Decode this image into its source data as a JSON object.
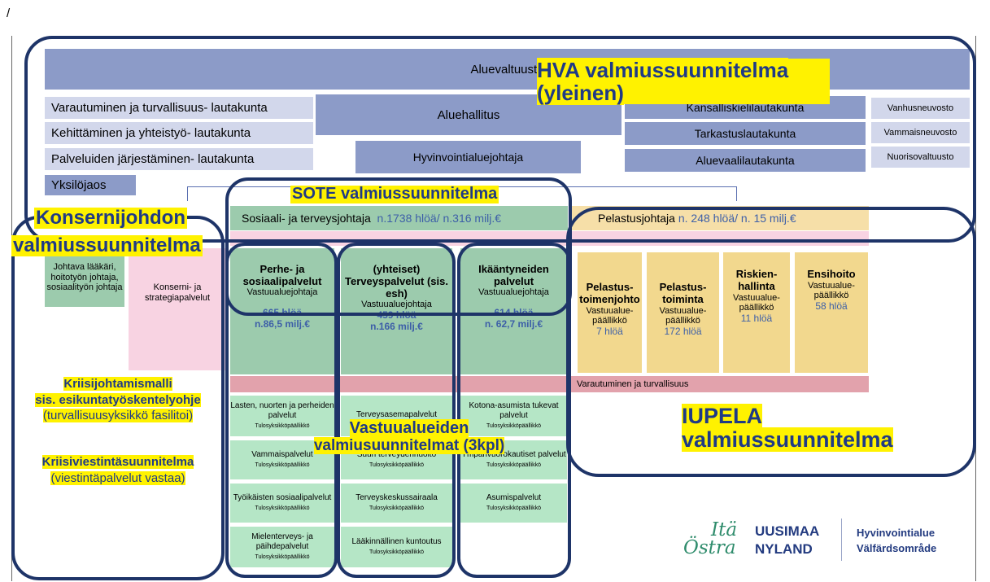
{
  "slash": "/",
  "top": {
    "regional_council": "Aluevaltuusto",
    "regional_government": "Aluehallitus",
    "director": "Hyvinvointialuejohtaja",
    "left_committees": [
      "Varautuminen ja turvallisuus- lautakunta",
      "Kehittäminen ja yhteistyö- lautakunta",
      "Palveluiden järjestäminen- lautakunta"
    ],
    "individual_section": "Yksilöjaos",
    "right_committees": [
      "Kansalliskielilautakunta",
      "Tarkastuslautakunta",
      "Aluevaalilautakunta"
    ],
    "councils": [
      "Vanhusneuvosto",
      "Vammaisneuvosto",
      "Nuorisovaltuusto"
    ]
  },
  "sote": {
    "label": "Sosiaali- ja terveysjohtaja",
    "figures": "n.1738 hlöä/ n.316 milj.€"
  },
  "rescue": {
    "label": "Pelastusjohtaja",
    "figures": "n. 248 hlöä/ n. 15 milj.€"
  },
  "left_boxes": {
    "directors": "Johtava lääkäri, hoitotyön johtaja, sosiaalityön johtaja",
    "group_services": "Konserni- ja strategiapalvelut"
  },
  "units": [
    {
      "title": "Perhe- ja sosiaalipalvelut",
      "sub": "Vastuualuejohtaja",
      "staff": "665 hlöä",
      "budget": "n.86,5 milj.€"
    },
    {
      "title": "(yhteiset) Terveyspalvelut (sis. esh)",
      "sub": "Vastuualuejohtaja",
      "staff": "459 hlöä",
      "budget": "n.166 milj.€"
    },
    {
      "title": "Ikääntyneiden palvelut",
      "sub": "Vastuualuejohtaja",
      "staff": "614 hlöä",
      "budget": "n. 62,7 milj.€"
    }
  ],
  "rescue_units": [
    {
      "title": "Pelastus-toimenjohto",
      "sub": "Vastuualue-päällikkö",
      "staff": "7 hlöä"
    },
    {
      "title": "Pelastus-toiminta",
      "sub": "Vastuualue-päällikkö",
      "staff": "172 hlöä"
    },
    {
      "title": "Riskien-hallinta",
      "sub": "Vastuualue-päällikkö",
      "staff": "11 hlöä"
    },
    {
      "title": "Ensihoito",
      "sub": "Vastuualue-päällikkö",
      "staff": "58 hlöä"
    }
  ],
  "preparedness_bar": "Varautuminen ja turvallisuus",
  "services": {
    "col1": [
      {
        "name": "Lasten, nuorten ja perheiden palvelut",
        "role": "Tulosyksikköpäällikkö"
      },
      {
        "name": "Vammaispalvelut",
        "role": "Tulosyksikköpäällikkö"
      },
      {
        "name": "Työikäisten sosiaalipalvelut",
        "role": "Tulosyksikköpäällikkö"
      },
      {
        "name": "Mielenterveys- ja päihdepalvelut",
        "role": "Tulosyksikköpäällikkö"
      }
    ],
    "col2": [
      {
        "name": "Terveysasemapalvelut",
        "role": ""
      },
      {
        "name": "Suun terveydenhuolto",
        "role": "Tulosyksikköpäällikkö"
      },
      {
        "name": "Terveyskeskussairaala",
        "role": "Tulosyksikköpäällikkö"
      },
      {
        "name": "Lääkinnällinen kuntoutus",
        "role": "Tulosyksikköpäällikkö"
      }
    ],
    "col3": [
      {
        "name": "Kotona-asumista tukevat palvelut",
        "role": "Tulosyksikköpäällikkö"
      },
      {
        "name": "Ympärivuorokautiset palvelut",
        "role": "Tulosyksikköpäällikkö"
      },
      {
        "name": "Asumispalvelut",
        "role": "Tulosyksikköpäällikkö"
      }
    ]
  },
  "overlays": {
    "hva": "HVA valmiussuunnitelma (yleinen)",
    "sote": "SOTE valmiussuunnitelma",
    "konserni_1": "Konsernijohdon",
    "konserni_2": "valmiussuunnitelma",
    "kriisi_1": "Kriisijohtamismalli",
    "kriisi_2": "sis. esikuntatyöskentelyohje",
    "kriisi_3": "(turvallisuusyksikkö fasilitoi)",
    "viesti_1": "Kriisiviestintäsuunnitelma",
    "viesti_2": "(viestintäpalvelut vastaa)",
    "vastuu_1": "Vastuualueiden",
    "vastuu_2": "valmiusuunnitelmat (3kpl)",
    "iupela_1": "IUPELA",
    "iupela_2": "valmiussuunnitelma"
  },
  "logo": {
    "ita": "Itä",
    "uusimaa": "UUSIMAA",
    "ostra": "Östra",
    "nyland": "NYLAND",
    "name_fi": "Hyvinvointialue",
    "name_sv": "Välfärdsområde"
  }
}
